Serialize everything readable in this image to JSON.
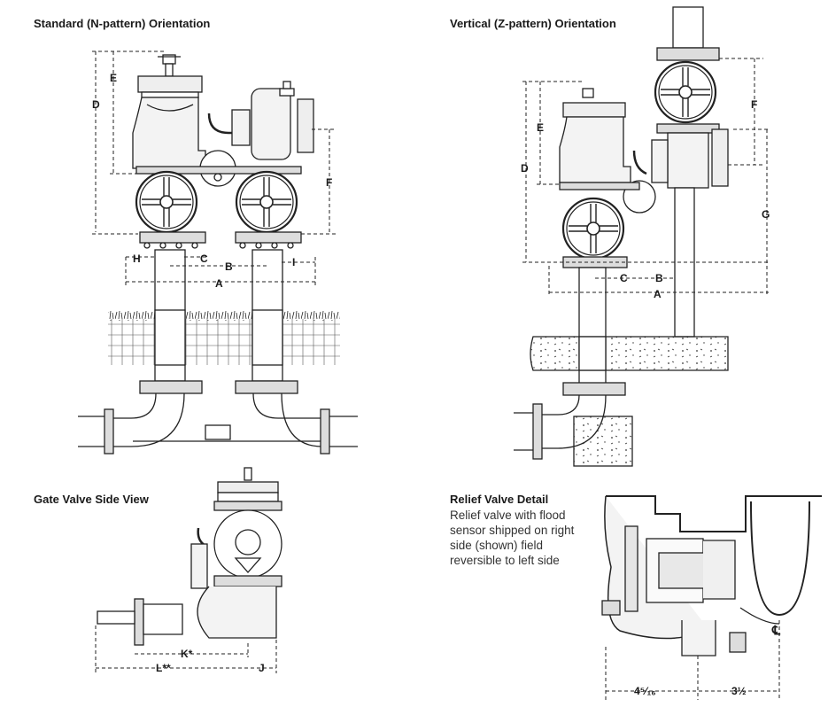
{
  "headings": {
    "standard": "Standard (N-pattern) Orientation",
    "vertical": "Vertical (Z-pattern) Orientation",
    "gate_side": "Gate Valve Side View",
    "relief": "Relief Valve Detail"
  },
  "relief_caption": [
    "Relief valve with flood",
    "sensor shipped on right",
    "side (shown) field",
    "reversible to left side"
  ],
  "dims": {
    "A": "A",
    "B": "B",
    "C": "C",
    "D": "D",
    "E": "E",
    "F": "F",
    "G": "G",
    "H": "H",
    "I": "I",
    "K": "K*",
    "L": "L**",
    "J": "J",
    "relief_left": "4⁵⁄₁₆",
    "relief_right": "3½",
    "centerline": "℄"
  }
}
